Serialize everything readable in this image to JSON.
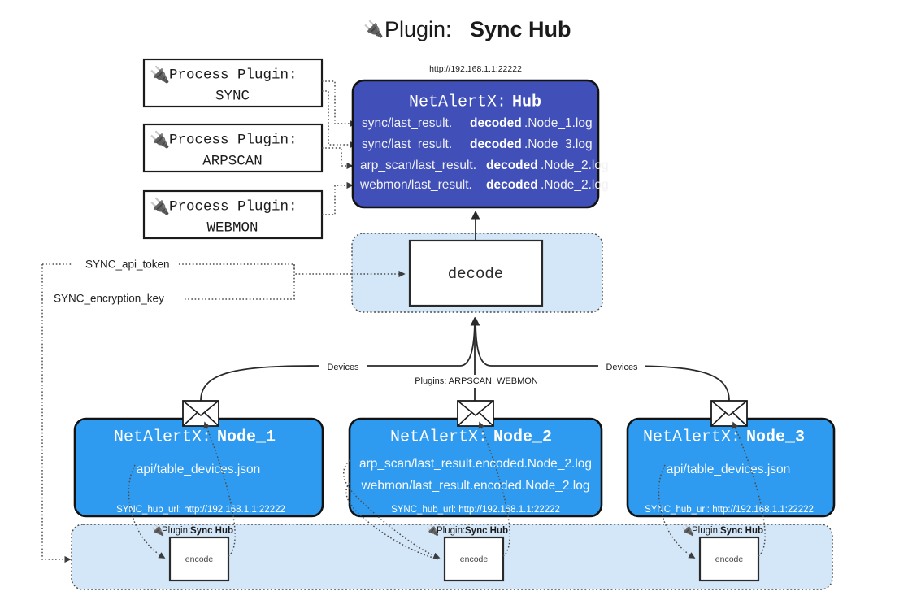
{
  "page": {
    "title_icon": "plug-icon",
    "title_prefix": "Plugin:",
    "title_name": "Sync Hub"
  },
  "colors": {
    "hub_fill": "#4150b8",
    "node_fill": "#2f9bf0",
    "pool_fill": "#d4e7f8",
    "box_fill": "#ffffff",
    "stroke": "#1b1b1b"
  },
  "process_plugins": [
    {
      "label": "Process Plugin:",
      "name": "SYNC"
    },
    {
      "label": "Process Plugin:",
      "name": "ARPSCAN"
    },
    {
      "label": "Process Plugin:",
      "name": "WEBMON"
    }
  ],
  "hub": {
    "url": "http://192.168.1.1:22222",
    "title_prefix": "NetAlertX:",
    "title_name": "Hub",
    "logs": [
      {
        "pre": "sync/last_result.",
        "bold": "decoded",
        "post": ".Node_1.log"
      },
      {
        "pre": "sync/last_result.",
        "bold": "decoded",
        "post": ".Node_3.log"
      },
      {
        "pre": "arp_scan/last_result.",
        "bold": "decoded",
        "post": ".Node_2.log"
      },
      {
        "pre": "webmon/last_result.",
        "bold": "decoded",
        "post": ".Node_2.log"
      }
    ]
  },
  "decode": {
    "label": "decode"
  },
  "keys": [
    {
      "label": "SYNC_api_token"
    },
    {
      "label": "SYNC_encryption_key"
    }
  ],
  "edge_labels": {
    "left": "Devices",
    "middle": "Plugins: ARPSCAN, WEBMON",
    "right": "Devices"
  },
  "nodes": [
    {
      "title_prefix": "NetAlertX:",
      "title_name": "Node_1",
      "lines": [
        "api/table_devices.json"
      ],
      "hub_url": "SYNC_hub_url: http://192.168.1.1:22222"
    },
    {
      "title_prefix": "NetAlertX:",
      "title_name": "Node_2",
      "lines": [
        "arp_scan/last_result.encoded.Node_2.log",
        "webmon/last_result.encoded.Node_2.log"
      ],
      "hub_url": "SYNC_hub_url: http://192.168.1.1:22222"
    },
    {
      "title_prefix": "NetAlertX:",
      "title_name": "Node_3",
      "lines": [
        "api/table_devices.json"
      ],
      "hub_url": "SYNC_hub_url: http://192.168.1.1:22222"
    }
  ],
  "encoders": [
    {
      "plugin_prefix": "Plugin:",
      "plugin_name": "Sync Hub",
      "label": "encode"
    },
    {
      "plugin_prefix": "Plugin:",
      "plugin_name": "Sync Hub",
      "label": "encode"
    },
    {
      "plugin_prefix": "Plugin:",
      "plugin_name": "Sync Hub",
      "label": "encode"
    }
  ]
}
